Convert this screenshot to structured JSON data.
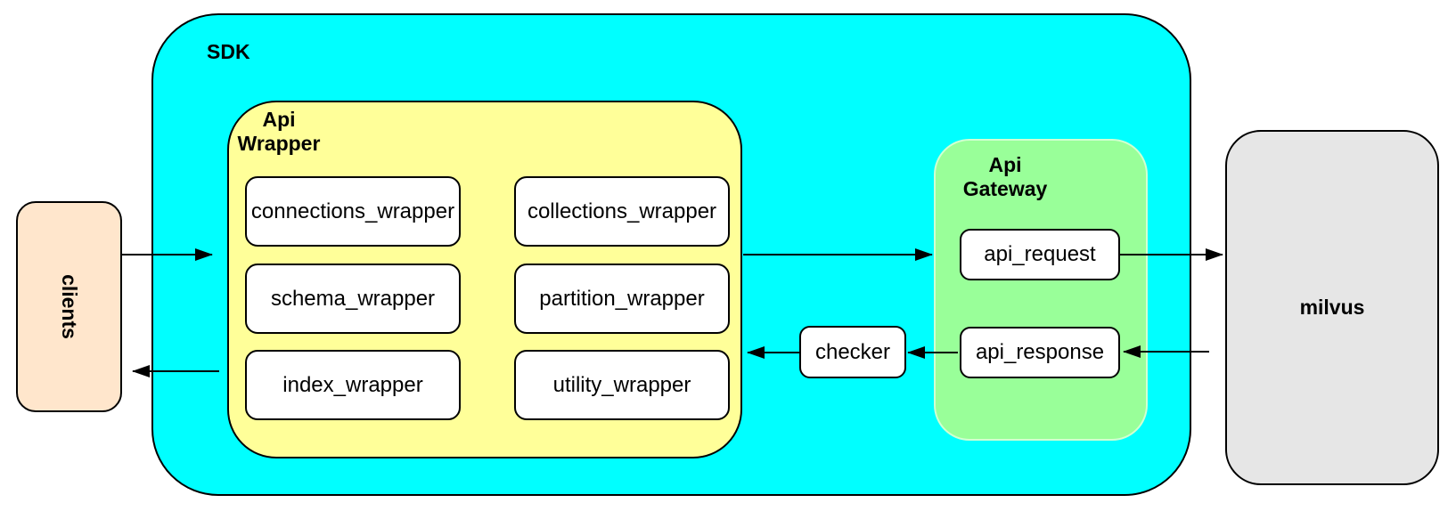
{
  "nodes": {
    "sdk": {
      "label": "SDK"
    },
    "clients": {
      "label": "clients"
    },
    "api_wrapper": {
      "label_line1": "Api",
      "label_line2": "Wrapper",
      "modules": [
        "connections_wrapper",
        "collections_wrapper",
        "schema_wrapper",
        "partition_wrapper",
        "index_wrapper",
        "utility_wrapper"
      ]
    },
    "api_gateway": {
      "label_line1": "Api",
      "label_line2": "Gateway",
      "request_label": "api_request",
      "response_label": "api_response"
    },
    "checker": {
      "label": "checker"
    },
    "milvus": {
      "label": "milvus"
    }
  },
  "colors": {
    "sdk_fill": "#00ffff",
    "api_wrapper_fill": "#ffff99",
    "api_gateway_fill": "#99ff99",
    "clients_fill": "#ffe6cc",
    "milvus_fill": "#e6e6e6",
    "node_fill": "#ffffff",
    "stroke": "#000000",
    "background": "#ffffff"
  }
}
